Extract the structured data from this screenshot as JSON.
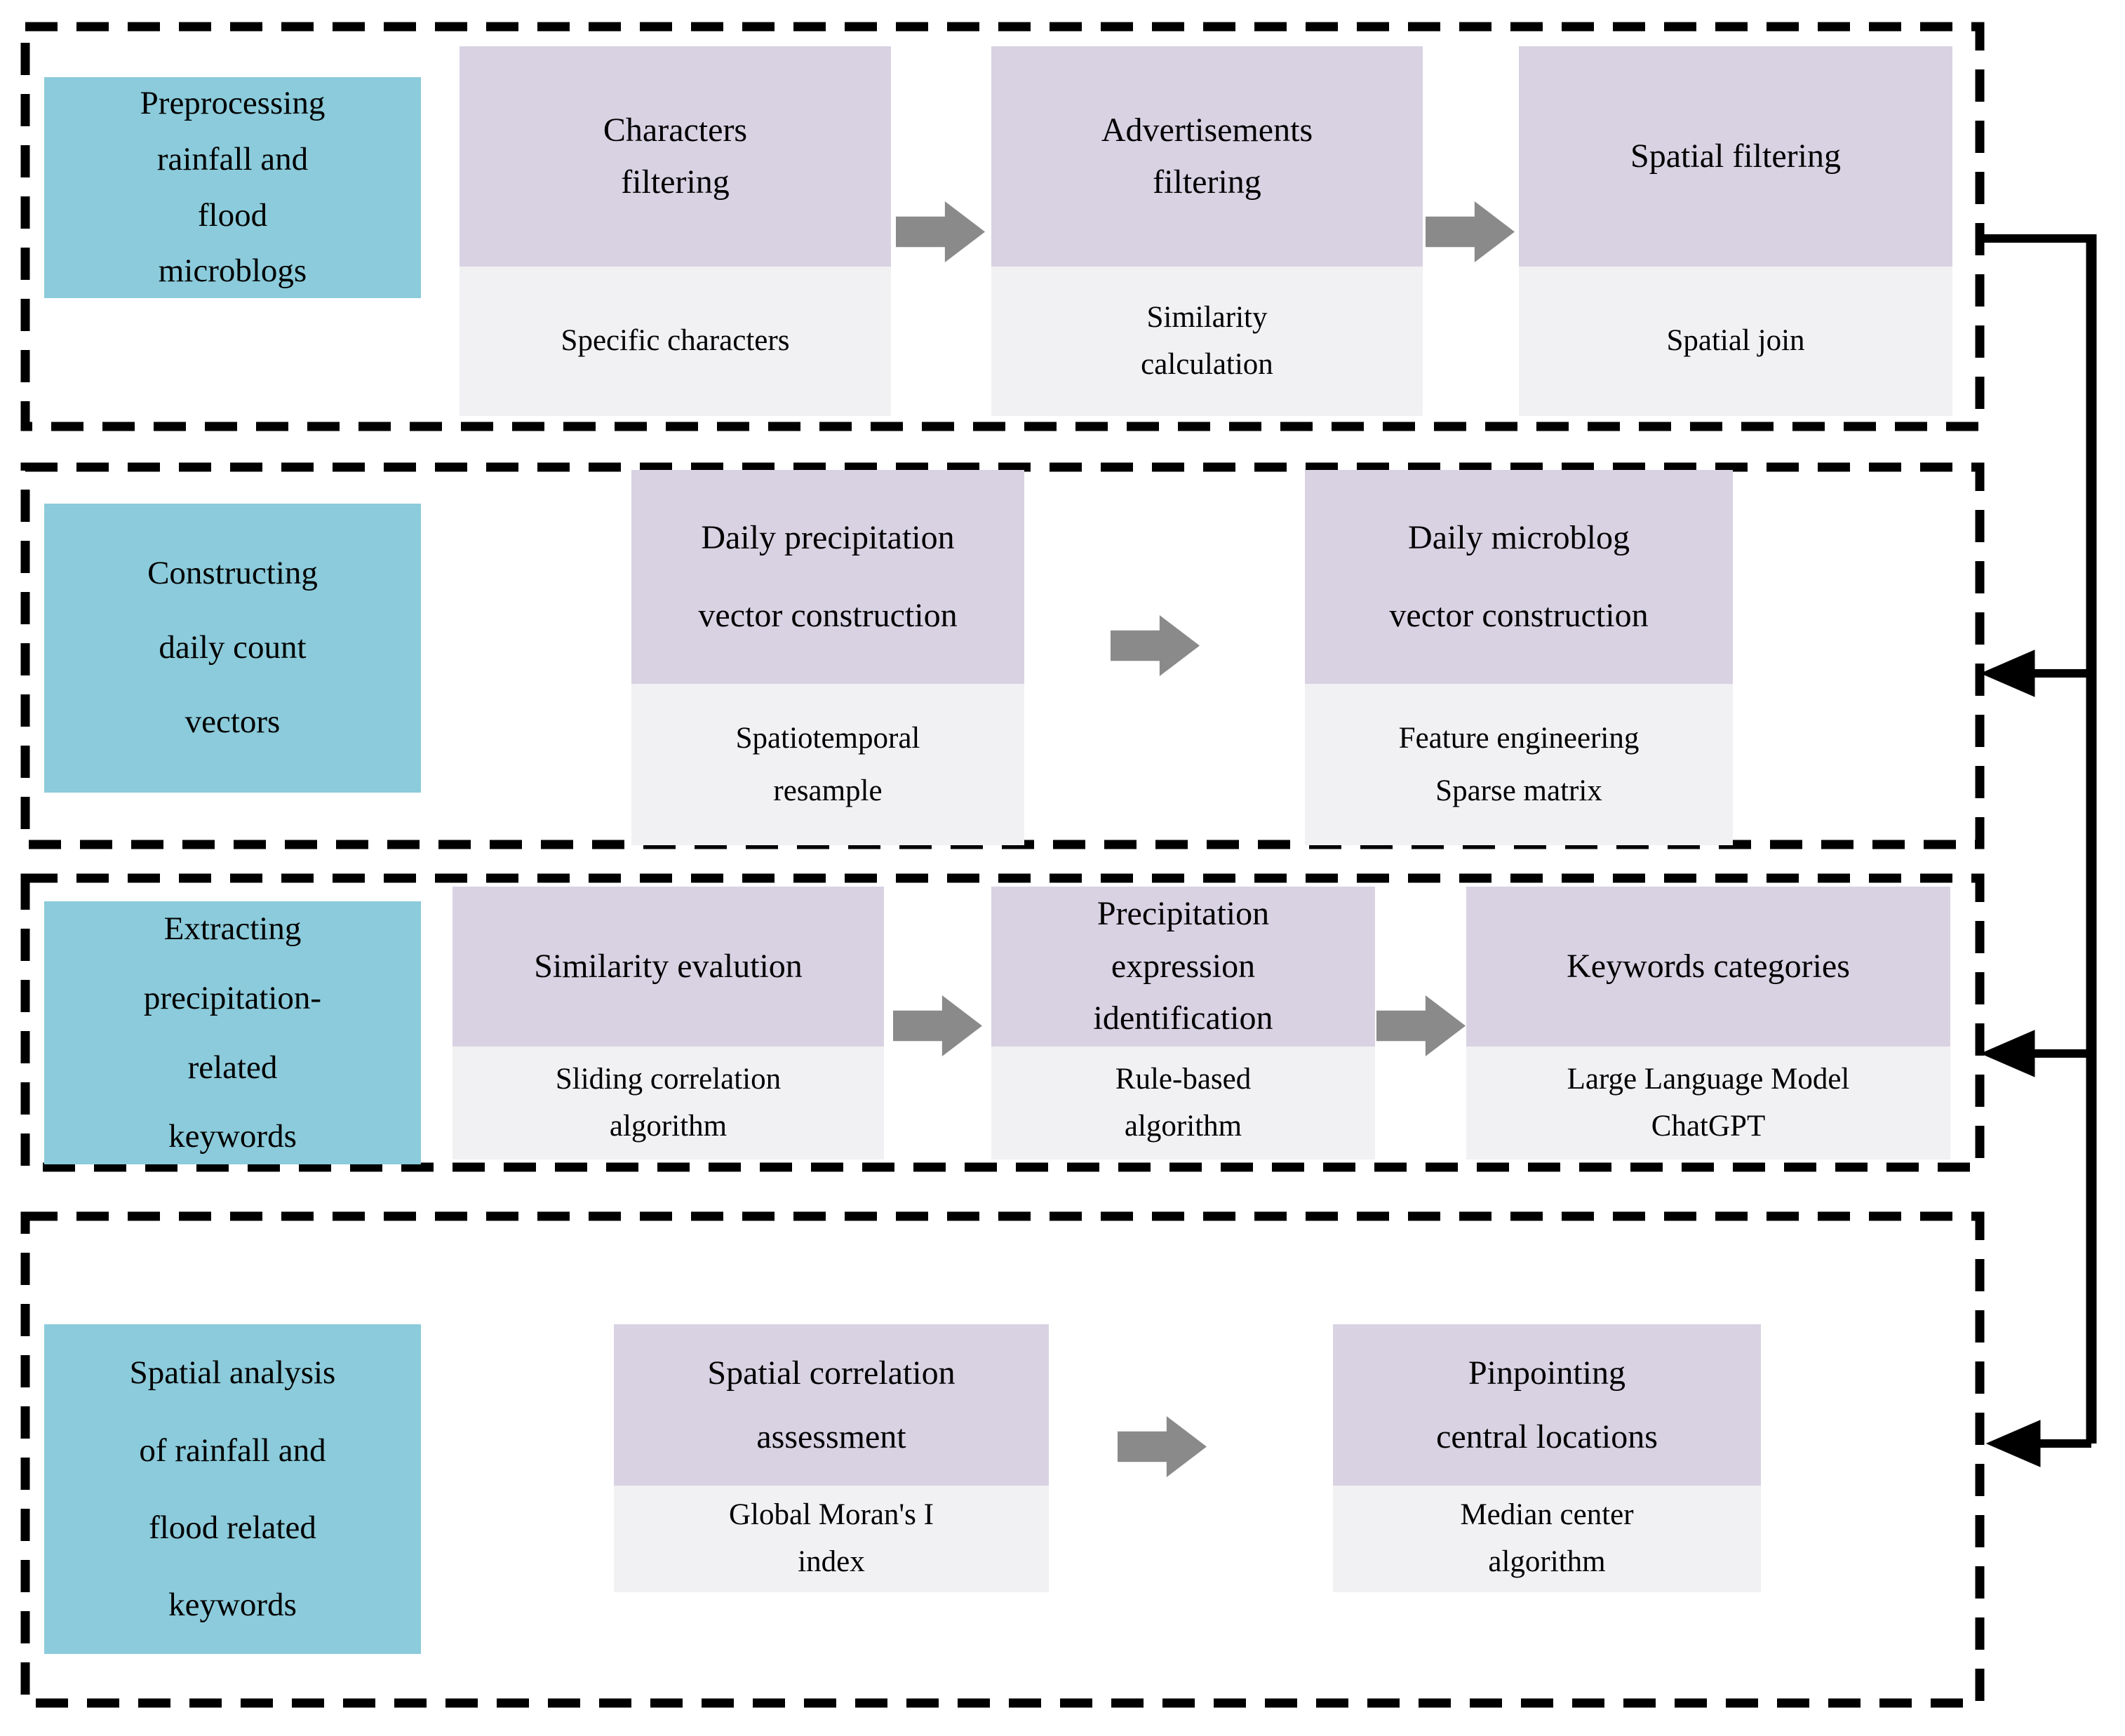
{
  "colors": {
    "stage_fill": "#8BCBDB",
    "step_header_fill": "#D8D2E3",
    "step_body_fill": "#F1F0F2",
    "flow_arrow": "#8A8A8A",
    "line": "#000000",
    "background": "#FFFFFF"
  },
  "rows": [
    {
      "stage": "Preprocessing\nrainfall and\nflood\nmicroblogs",
      "steps": [
        {
          "title": "Characters\nfiltering",
          "subtitle": "Specific characters"
        },
        {
          "title": "Advertisements\nfiltering",
          "subtitle": "Similarity\ncalculation"
        },
        {
          "title": "Spatial filtering",
          "subtitle": "Spatial join"
        }
      ]
    },
    {
      "stage": "Constructing\ndaily count\nvectors",
      "steps": [
        {
          "title": "Daily precipitation\nvector construction",
          "subtitle": "Spatiotemporal\nresample"
        },
        {
          "title": "Daily microblog\nvector construction",
          "subtitle": "Feature engineering\nSparse matrix"
        }
      ]
    },
    {
      "stage": "Extracting\nprecipitation-\nrelated\nkeywords",
      "steps": [
        {
          "title": "Similarity evalution",
          "subtitle": "Sliding correlation\nalgorithm"
        },
        {
          "title": "Precipitation\nexpression\nidentification",
          "subtitle": "Rule-based\nalgorithm"
        },
        {
          "title": "Keywords categories",
          "subtitle": "Large Language Model\nChatGPT"
        }
      ]
    },
    {
      "stage": "Spatial analysis\nof rainfall and\nflood related\nkeywords",
      "steps": [
        {
          "title": "Spatial correlation\nassessment",
          "subtitle": "Global Moran's I\nindex"
        },
        {
          "title": "Pinpointing\ncentral locations",
          "subtitle": "Median center\nalgorithm"
        }
      ]
    }
  ]
}
